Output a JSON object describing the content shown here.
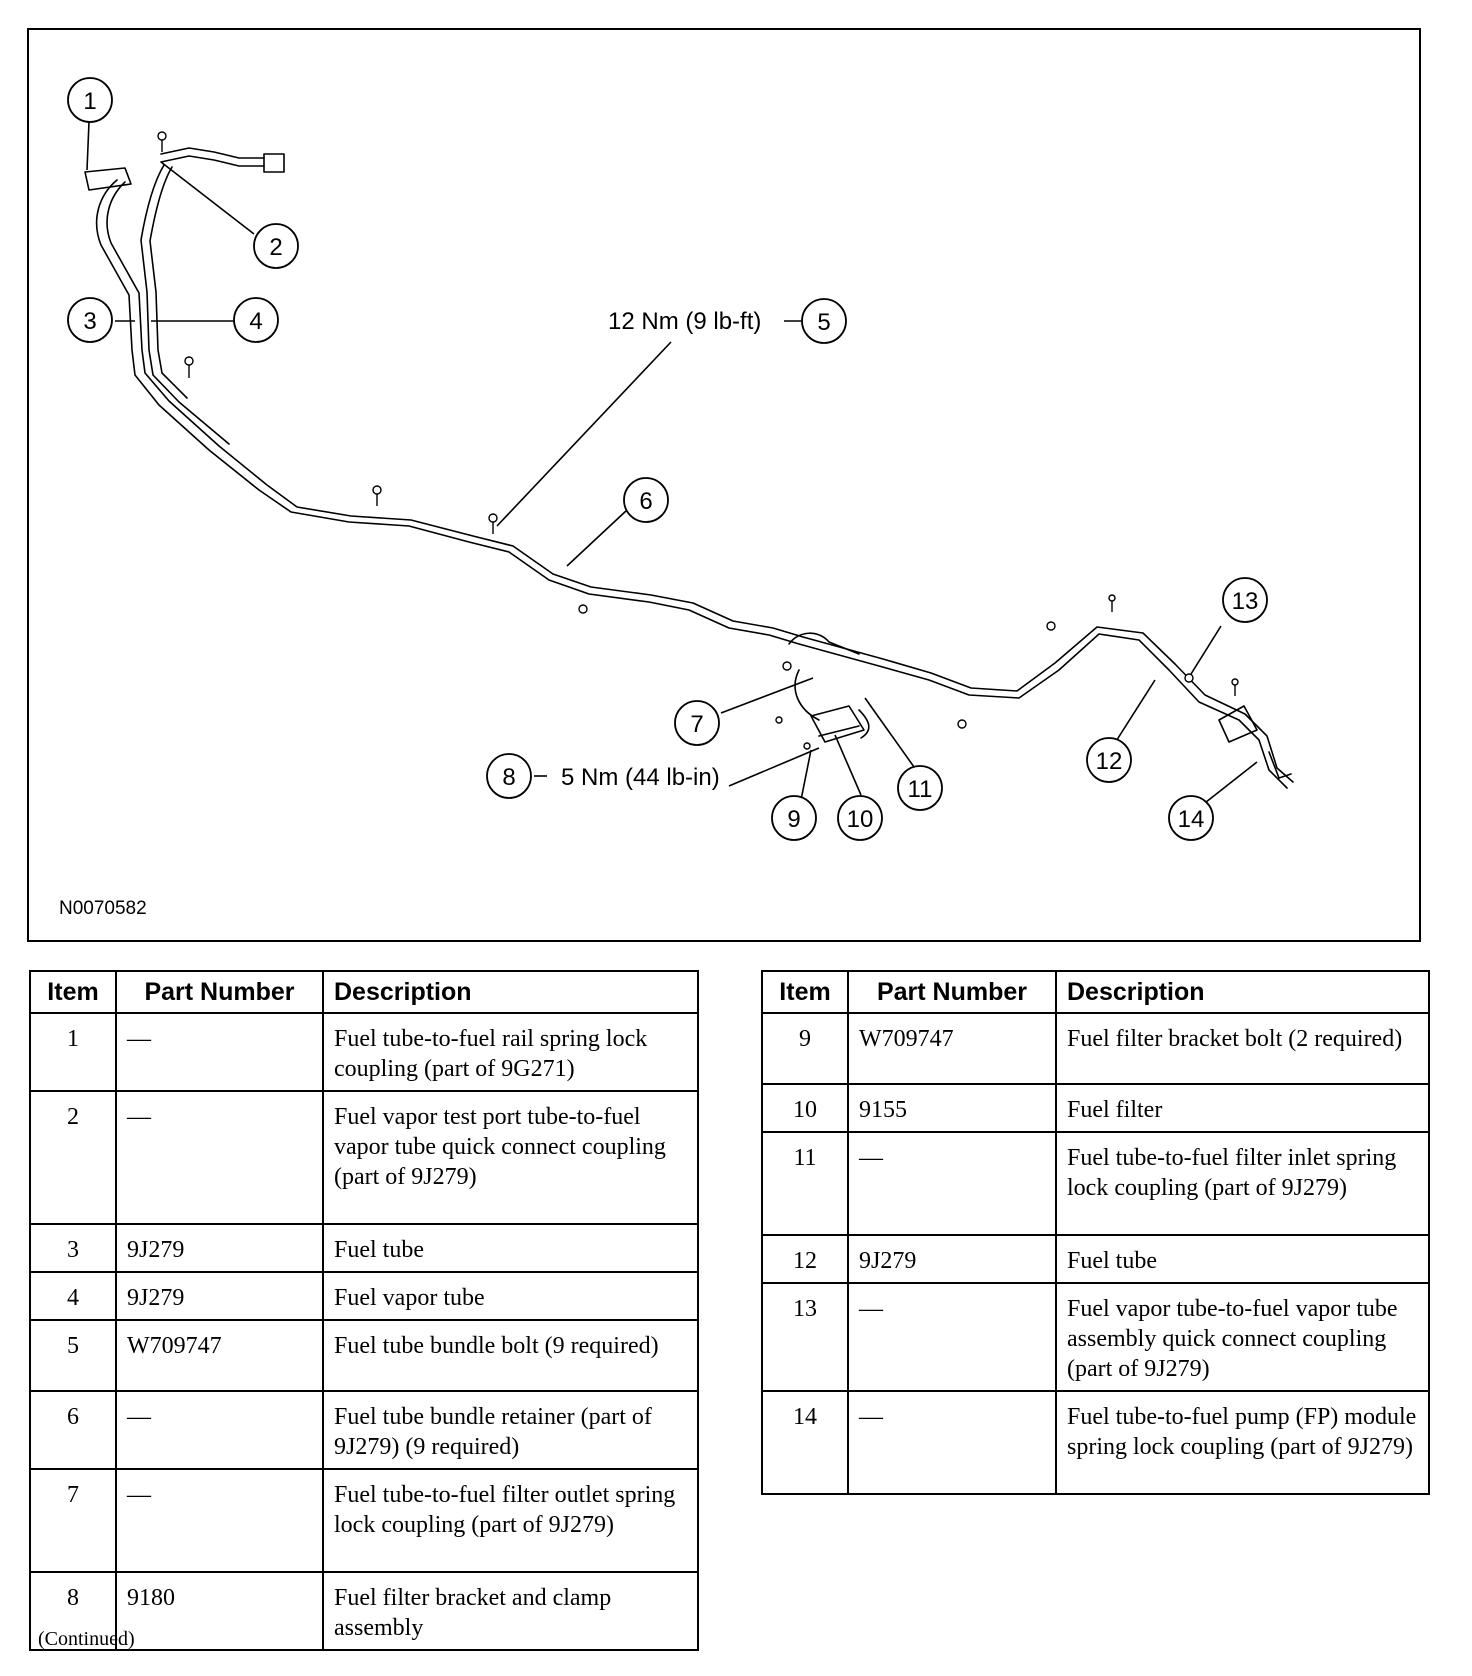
{
  "figure": {
    "id": "N0070582",
    "callouts": [
      "1",
      "2",
      "3",
      "4",
      "5",
      "6",
      "7",
      "8",
      "9",
      "10",
      "11",
      "12",
      "13",
      "14"
    ],
    "torque_5": "12 Nm (9 lb-ft)",
    "torque_8": "5 Nm (44 lb-in)"
  },
  "table": {
    "headers": {
      "item": "Item",
      "part_number": "Part Number",
      "description": "Description"
    },
    "rows": [
      {
        "item": "1",
        "part": "—",
        "desc": "Fuel tube-to-fuel rail spring lock coupling (part of 9G271)"
      },
      {
        "item": "2",
        "part": "—",
        "desc": "Fuel vapor test port tube-to-fuel vapor tube quick connect coupling (part of 9J279)"
      },
      {
        "item": "3",
        "part": "9J279",
        "desc": "Fuel tube"
      },
      {
        "item": "4",
        "part": "9J279",
        "desc": "Fuel vapor tube"
      },
      {
        "item": "5",
        "part": "W709747",
        "desc": "Fuel tube bundle bolt (9 required)"
      },
      {
        "item": "6",
        "part": "—",
        "desc": "Fuel tube bundle retainer (part of 9J279) (9 required)"
      },
      {
        "item": "7",
        "part": "—",
        "desc": "Fuel tube-to-fuel filter outlet spring lock coupling (part of 9J279)"
      },
      {
        "item": "8",
        "part": "9180",
        "desc": "Fuel filter bracket and clamp assembly"
      },
      {
        "item": "9",
        "part": "W709747",
        "desc": "Fuel filter bracket bolt (2 required)"
      },
      {
        "item": "10",
        "part": "9155",
        "desc": "Fuel filter"
      },
      {
        "item": "11",
        "part": "—",
        "desc": "Fuel tube-to-fuel filter inlet spring lock coupling (part of 9J279)"
      },
      {
        "item": "12",
        "part": "9J279",
        "desc": "Fuel tube"
      },
      {
        "item": "13",
        "part": "—",
        "desc": "Fuel vapor tube-to-fuel vapor tube assembly quick connect coupling (part of 9J279)"
      },
      {
        "item": "14",
        "part": "—",
        "desc": "Fuel tube-to-fuel pump (FP) module spring lock coupling (part of 9J279)"
      }
    ]
  },
  "footer": {
    "continued": "(Continued)"
  }
}
